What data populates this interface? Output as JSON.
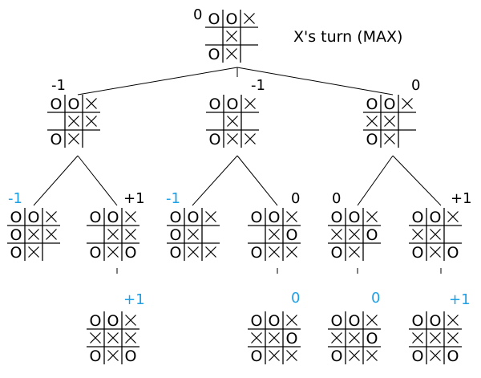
{
  "turn_label": "X's turn (MAX)",
  "colors": {
    "line": "#000000",
    "grid": "#000000",
    "value_default": "#000000",
    "value_leaf": "#1ea0e6"
  },
  "nodes": [
    {
      "id": "root",
      "value": "0",
      "value_color": "default",
      "board": [
        "O",
        "O",
        "X",
        "",
        "X",
        "",
        "O",
        "X",
        ""
      ]
    },
    {
      "id": "l1-a",
      "value": "-1",
      "value_color": "default",
      "board": [
        "O",
        "O",
        "X",
        "",
        "X",
        "X",
        "O",
        "X",
        ""
      ]
    },
    {
      "id": "l1-b",
      "value": "-1",
      "value_color": "default",
      "board": [
        "O",
        "O",
        "X",
        "",
        "X",
        "",
        "O",
        "X",
        "X"
      ]
    },
    {
      "id": "l1-c",
      "value": "0",
      "value_color": "default",
      "board": [
        "O",
        "O",
        "X",
        "X",
        "X",
        "",
        "O",
        "X",
        ""
      ]
    },
    {
      "id": "l2-a",
      "value": "-1",
      "value_color": "leaf",
      "board": [
        "O",
        "O",
        "X",
        "O",
        "X",
        "X",
        "O",
        "X",
        ""
      ]
    },
    {
      "id": "l2-b",
      "value": "+1",
      "value_color": "default",
      "board": [
        "O",
        "O",
        "X",
        "",
        "X",
        "X",
        "O",
        "X",
        "O"
      ]
    },
    {
      "id": "l2-c",
      "value": "-1",
      "value_color": "leaf",
      "board": [
        "O",
        "O",
        "X",
        "O",
        "X",
        "",
        "O",
        "X",
        "X"
      ]
    },
    {
      "id": "l2-d",
      "value": "0",
      "value_color": "default",
      "board": [
        "O",
        "O",
        "X",
        "",
        "X",
        "O",
        "O",
        "X",
        "X"
      ]
    },
    {
      "id": "l2-e",
      "value": "0",
      "value_color": "default",
      "board": [
        "O",
        "O",
        "X",
        "X",
        "X",
        "O",
        "O",
        "X",
        ""
      ]
    },
    {
      "id": "l2-f",
      "value": "+1",
      "value_color": "default",
      "board": [
        "O",
        "O",
        "X",
        "X",
        "X",
        "",
        "O",
        "X",
        "O"
      ]
    },
    {
      "id": "l3-a",
      "value": "+1",
      "value_color": "leaf",
      "board": [
        "O",
        "O",
        "X",
        "X",
        "X",
        "X",
        "O",
        "X",
        "O"
      ]
    },
    {
      "id": "l3-b",
      "value": "0",
      "value_color": "leaf",
      "board": [
        "O",
        "O",
        "X",
        "X",
        "X",
        "O",
        "O",
        "X",
        "X"
      ]
    },
    {
      "id": "l3-c",
      "value": "0",
      "value_color": "leaf",
      "board": [
        "O",
        "O",
        "X",
        "X",
        "X",
        "O",
        "O",
        "X",
        "X"
      ]
    },
    {
      "id": "l3-d",
      "value": "+1",
      "value_color": "leaf",
      "board": [
        "O",
        "O",
        "X",
        "X",
        "X",
        "X",
        "O",
        "X",
        "O"
      ]
    }
  ],
  "edges": [
    [
      "root",
      "l1-a"
    ],
    [
      "root",
      "l1-b"
    ],
    [
      "root",
      "l1-c"
    ],
    [
      "l1-a",
      "l2-a"
    ],
    [
      "l1-a",
      "l2-b"
    ],
    [
      "l1-b",
      "l2-c"
    ],
    [
      "l1-b",
      "l2-d"
    ],
    [
      "l1-c",
      "l2-e"
    ],
    [
      "l1-c",
      "l2-f"
    ],
    [
      "l2-b",
      "l3-a"
    ],
    [
      "l2-d",
      "l3-b"
    ],
    [
      "l2-e",
      "l3-c"
    ],
    [
      "l2-f",
      "l3-d"
    ]
  ]
}
